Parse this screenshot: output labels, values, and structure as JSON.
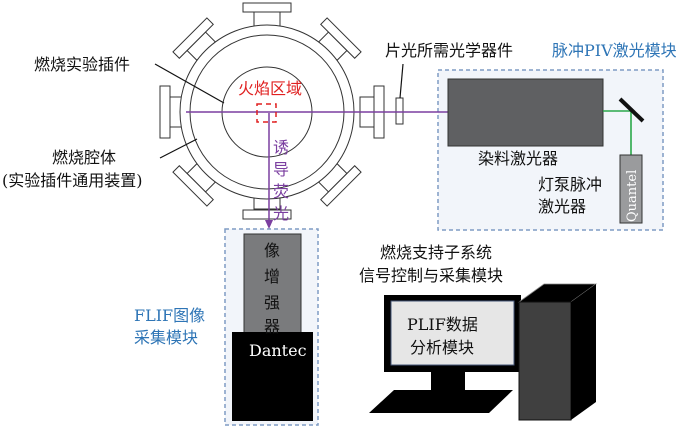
{
  "diagram": {
    "title": "PLIF combustion experiment system diagram",
    "colors": {
      "chamber_line": "#333333",
      "laser_beam": "#7b3fa0",
      "flame_region": "#e02020",
      "green_beam": "#2aa84a",
      "module_label": "#2e75b6",
      "module_border": "#7f9cc4",
      "module_fill": "#f2f5fa",
      "dye_laser": "#5f6062",
      "intensifier": "#7a7b7d",
      "camera": "#000000",
      "quantel": "#9a9b9d",
      "screen": "#e6e6e6",
      "tower_front": "#404040"
    },
    "labels": {
      "combustion_insert": "燃烧实验插件",
      "combustion_chamber_line1": "燃烧腔体",
      "combustion_chamber_line2": "(实验插件通用装置)",
      "flame_region": "火焰区域",
      "induced_fluorescence": [
        "诱",
        "导",
        "荧",
        "光"
      ],
      "sheet_optics": "片光所需光学器件",
      "piv_module": "脉冲PIV激光模块",
      "dye_laser": "染料激光器",
      "pump_laser_line1": "灯泵脉冲",
      "pump_laser_line2": "激光器",
      "quantel": "Quantel",
      "intensifier": [
        "像",
        "增",
        "强",
        "器"
      ],
      "camera": "Dantec",
      "flif_module_line1": "FLIF图像",
      "flif_module_line2": "采集模块",
      "support_system_line1": "燃烧支持子系统",
      "support_system_line2": "信号控制与采集模块",
      "screen_line1": "PLIF数据",
      "screen_line2": "分析模块"
    }
  }
}
